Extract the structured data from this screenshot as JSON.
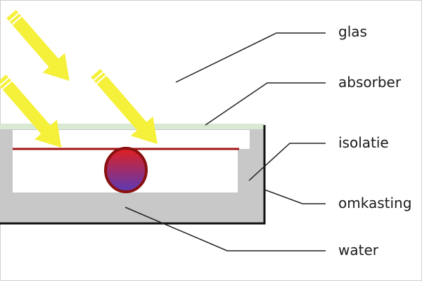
{
  "diagram": {
    "labels": {
      "glas": "glas",
      "absorber": "absorber",
      "isolatie": "isolatie",
      "omkasting": "omkasting",
      "water": "water"
    },
    "colors": {
      "sun_arrow": "#f5f03a",
      "glass": "#d9ead3",
      "insulation": "#c8c8c8",
      "casing": "#111111",
      "absorber": "#a31515",
      "pipe_top": "#e02020",
      "pipe_bottom": "#5a3ab8",
      "leader_line": "#222222"
    },
    "arrow_count": 3
  }
}
